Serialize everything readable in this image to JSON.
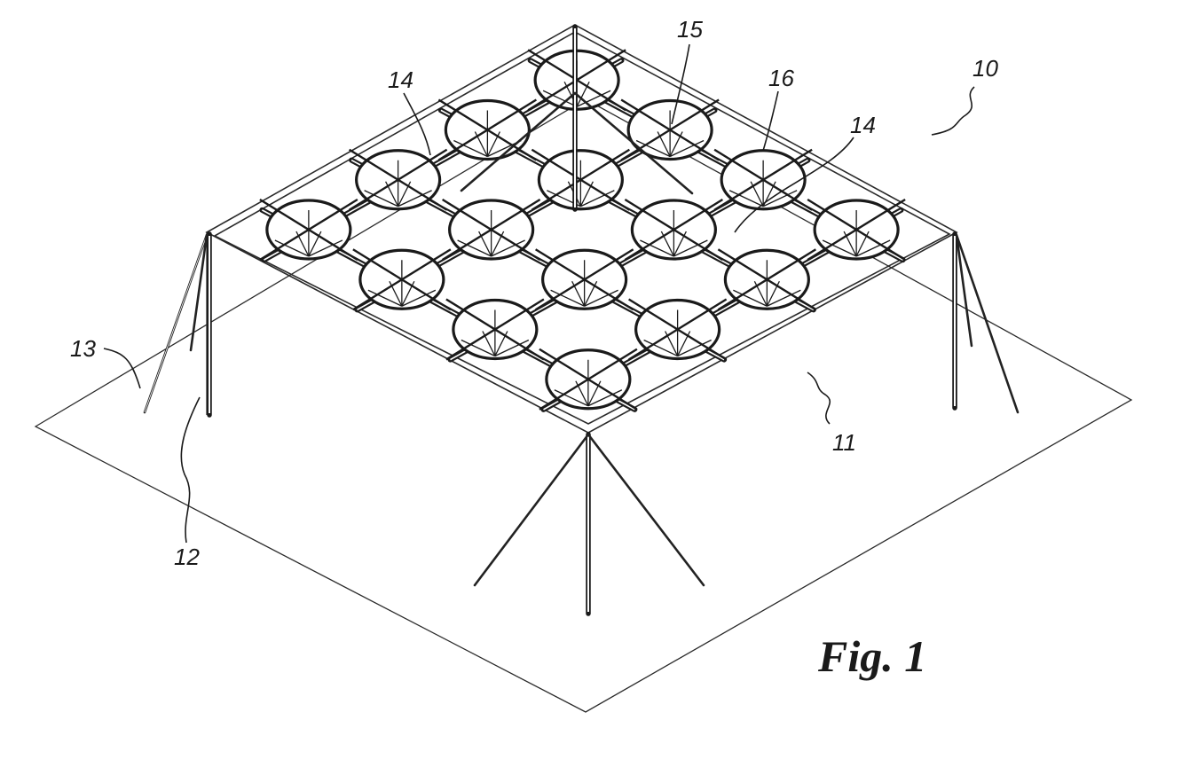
{
  "figure": {
    "caption": "Fig. 1",
    "reference_numerals": {
      "assembly": "10",
      "structure": "11",
      "post": "12",
      "guy_wire": "13",
      "beam_left": "14",
      "beam_right": "14",
      "dish": "15",
      "dish_outer": "16"
    }
  },
  "colors": {
    "ink": "#1a1a1a",
    "background": "#ffffff"
  }
}
